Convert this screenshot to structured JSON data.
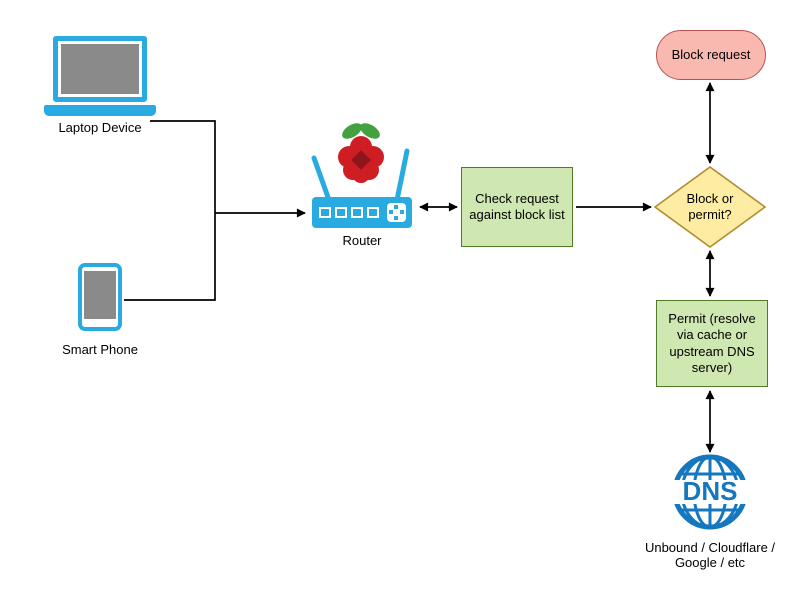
{
  "diagram": {
    "nodes": {
      "laptop": {
        "label": "Laptop Device"
      },
      "smart_phone": {
        "label": "Smart Phone"
      },
      "router": {
        "label": "Router"
      },
      "check_request": {
        "label": "Check request against block list"
      },
      "decision": {
        "label": "Block or permit?"
      },
      "block_request": {
        "label": "Block request"
      },
      "permit": {
        "label": "Permit (resolve via cache or upstream DNS server)"
      },
      "dns": {
        "icon_text": "DNS",
        "label": "Unbound / Cloudflare / Google / etc"
      }
    },
    "edges": [
      {
        "from": "laptop",
        "to": "router",
        "arrow": "single"
      },
      {
        "from": "smart_phone",
        "to": "router",
        "arrow": "single"
      },
      {
        "from": "router",
        "to": "check_request",
        "arrow": "double"
      },
      {
        "from": "check_request",
        "to": "decision",
        "arrow": "single"
      },
      {
        "from": "decision",
        "to": "block_request",
        "arrow": "double"
      },
      {
        "from": "decision",
        "to": "permit",
        "arrow": "double"
      },
      {
        "from": "permit",
        "to": "dns",
        "arrow": "double"
      }
    ],
    "colors": {
      "device_cyan": "#29abe2",
      "screen_gray": "#8a8a8a",
      "process_fill": "#cfe7b0",
      "process_border": "#507a26",
      "decision_fill": "#ffeca3",
      "decision_border": "#b08d2f",
      "terminator_fill": "#f9b9b0",
      "terminator_border": "#b85450",
      "dns_blue": "#1577bd",
      "rpi_red": "#cf1d24",
      "rpi_dark_red": "#8e1519",
      "rpi_green": "#44a13f",
      "line_black": "#000000"
    }
  }
}
